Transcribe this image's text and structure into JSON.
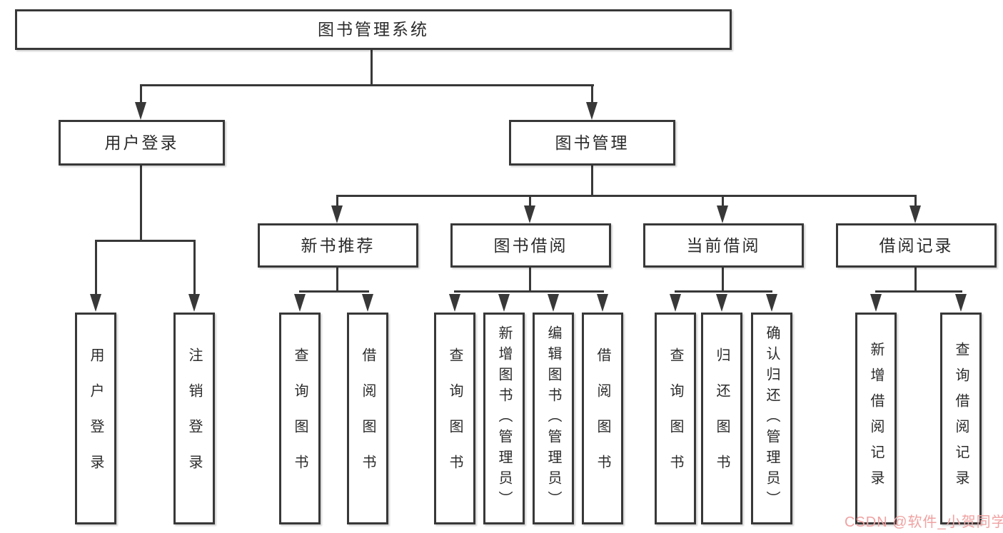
{
  "tree": {
    "root": {
      "label": "图书管理系统"
    },
    "level1": [
      {
        "label": "用户登录",
        "children": [
          "用户登录",
          "注销登录"
        ]
      },
      {
        "label": "图书管理"
      }
    ],
    "level2": [
      {
        "label": "新书推荐",
        "children": [
          "查询图书",
          "借阅图书"
        ]
      },
      {
        "label": "图书借阅",
        "children": [
          "查询图书",
          "新增图书（管理员）",
          "编辑图书（管理员）",
          "借阅图书"
        ]
      },
      {
        "label": "当前借阅",
        "children": [
          "查询图书",
          "归还图书",
          "确认归还（管理员）"
        ]
      },
      {
        "label": "借阅记录",
        "children": [
          "新增借阅记录",
          "查询借阅记录"
        ]
      }
    ]
  },
  "watermark": {
    "text": "CSDN @软件_小贺同学"
  },
  "colors": {
    "line": "#383838",
    "text": "#2b2b2b",
    "box_background": "#ffffff",
    "watermark": "#f0a2a2",
    "page_background": "#ffffff"
  }
}
